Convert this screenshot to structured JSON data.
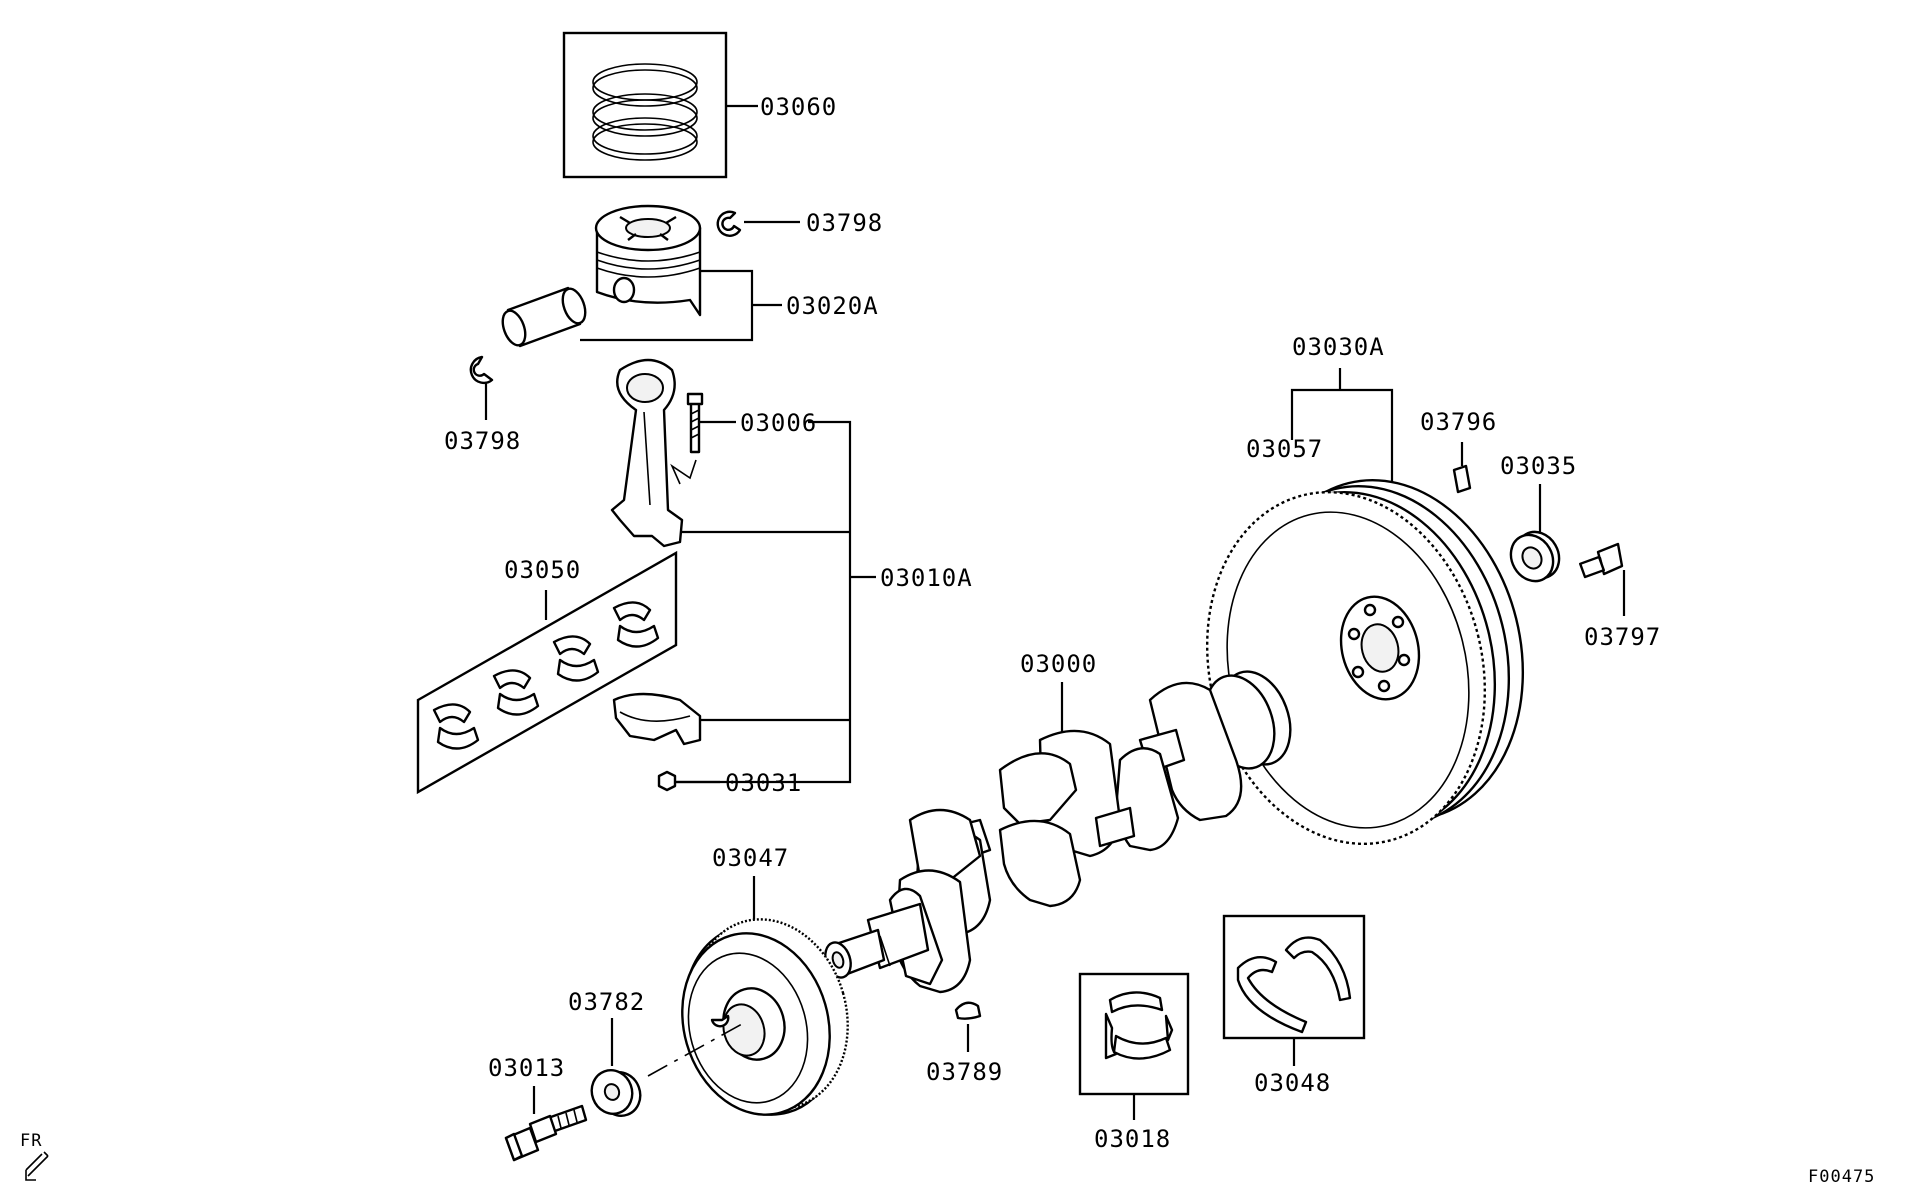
{
  "labels": {
    "p03060": "03060",
    "p03798a": "03798",
    "p03020a": "03020A",
    "p03798b": "03798",
    "p03006": "03006",
    "p03010a": "03010A",
    "p03050": "03050",
    "p03031": "03031",
    "p03030a": "03030A",
    "p03057": "03057",
    "p03796": "03796",
    "p03035": "03035",
    "p03797": "03797",
    "p03000": "03000",
    "p03047": "03047",
    "p03782": "03782",
    "p03013": "03013",
    "p03789": "03789",
    "p03018": "03018",
    "p03048": "03048"
  },
  "direction_marker": "FR",
  "figure_code": "F00475"
}
